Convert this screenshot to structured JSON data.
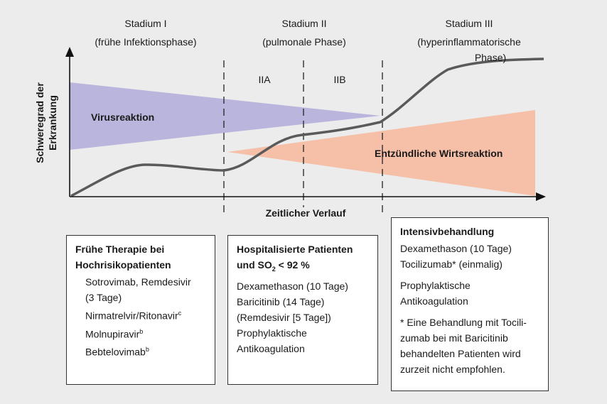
{
  "stages": [
    {
      "title": "Stadium I",
      "subtitle": "(frühe Infektionsphase)"
    },
    {
      "title": "Stadium II",
      "subtitle": "(pulmonale Phase)"
    },
    {
      "title": "Stadium III",
      "subtitle_line1": "(hyperinflammatorische",
      "subtitle_line2": "Phase)"
    }
  ],
  "substages": [
    "IIA",
    "IIB"
  ],
  "y_axis_label_line1": "Schweregrad der",
  "y_axis_label_line2": "Erkrankung",
  "x_axis_label": "Zeitlicher Verlauf",
  "virus_label": "Virusreaktion",
  "host_label": "Entzündliche Wirtsreaktion",
  "colors": {
    "virus": "#b9b5dd",
    "host": "#f6bfa8",
    "curve": "#5a5a5a",
    "background": "#ececec"
  },
  "box1": {
    "head_line1": "Frühe Therapie bei",
    "head_line2": "Hochrisikopatienten",
    "items": [
      {
        "text": "Sotrovimab, Remdesivir",
        "sup": ""
      },
      {
        "text": "(3 Tage)",
        "sup": ""
      },
      {
        "text": "Nirmatrelvir/Ritonavir",
        "sup": "c"
      },
      {
        "text": "Molnupiravir",
        "sup": "b"
      },
      {
        "text": "Bebtelovimab",
        "sup": "b"
      }
    ]
  },
  "box2": {
    "head_line1": "Hospitalisierte Patienten",
    "head_line2_pre": "und SO",
    "head_line2_sub": "2",
    "head_line2_post": " < 92 %",
    "items": [
      "Dexamethason (10 Tage)",
      "Baricitinib (14 Tage)",
      "(Remdesivir [5 Tage])",
      "Prophylaktische",
      "Antikoagulation"
    ]
  },
  "box3": {
    "head": "Intensivbehandlung",
    "items1": [
      "Dexamethason (10 Tage)",
      "Tocilizumab* (einmalig)"
    ],
    "items2": [
      "Prophylaktische",
      "Antikoagulation"
    ],
    "note": [
      "* Eine Behandlung mit Tocili-",
      "zumab bei mit Baricitinib",
      "behandelten Patienten wird",
      "zurzeit nicht empfohlen."
    ]
  }
}
